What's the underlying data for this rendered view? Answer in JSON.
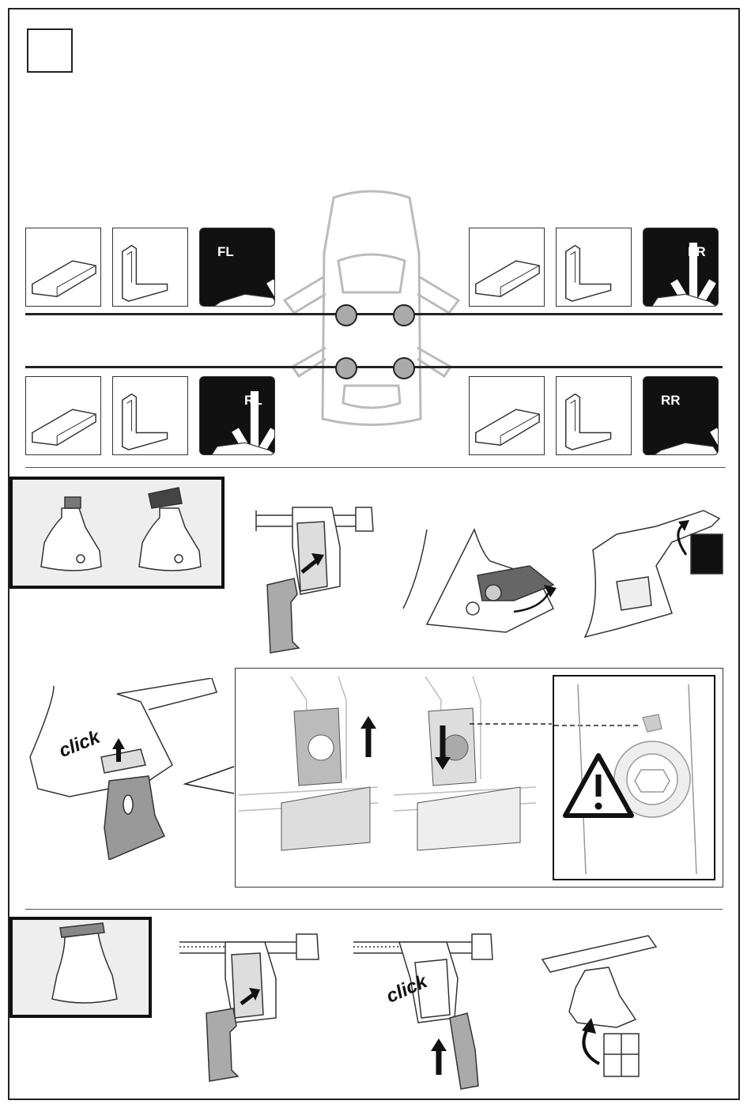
{
  "positions": {
    "front_left": "FL",
    "front_right": "FR",
    "rear_left": "RL",
    "rear_right": "RR"
  },
  "click_text_1": "click",
  "click_text_2": "click",
  "colors": {
    "line": "#222222",
    "grey_panel": "#eeeeee",
    "marker": "#aaaaaa",
    "label_bg": "#111111"
  },
  "icons": [
    "warning-triangle-icon",
    "arrow-up-icon",
    "arrow-down-icon",
    "rotate-arrow-icon"
  ]
}
